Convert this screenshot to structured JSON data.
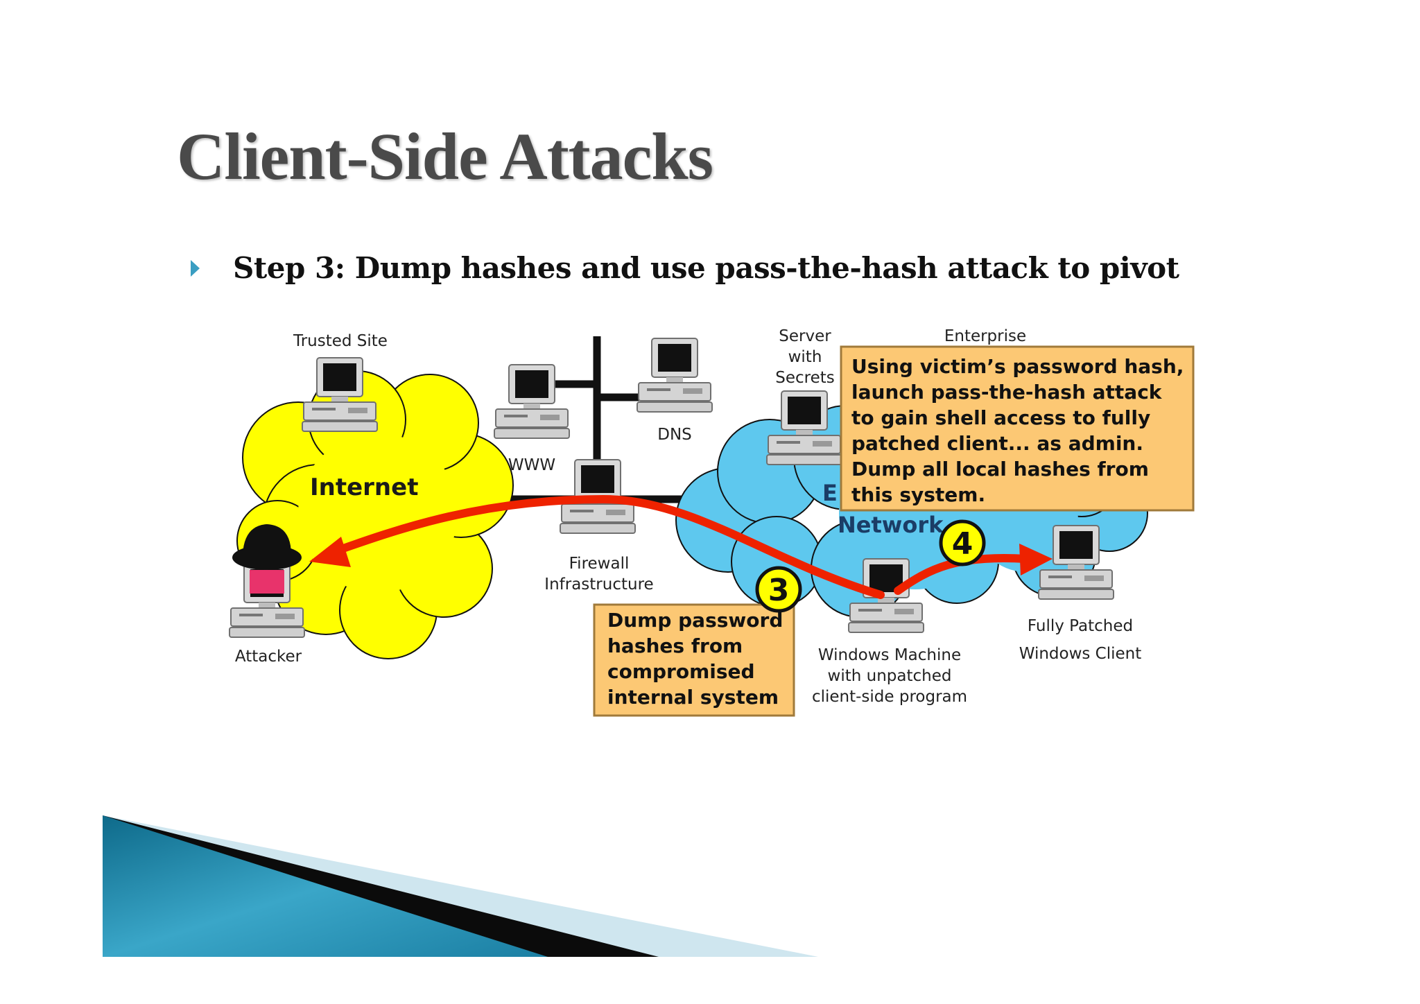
{
  "slide": {
    "title": "Client-Side Attacks",
    "bullet": "Step 3: Dump hashes and use pass-the-hash attack to pivot"
  },
  "diagram": {
    "nodes": {
      "trusted_site": "Trusted Site",
      "www": "WWW",
      "dns": "DNS",
      "server_secrets": [
        "Server",
        "with",
        "Secrets"
      ],
      "enterprise": "Enterprise",
      "internet": "Internet",
      "enterprise_network_partial": "E",
      "network": "Network",
      "firewall": [
        "Firewall",
        "Infrastructure"
      ],
      "attacker": "Attacker",
      "windows_machine": [
        "Windows Machine",
        "with unpatched",
        "client-side program"
      ],
      "fully_patched": [
        "Fully Patched",
        "Windows Client"
      ]
    },
    "steps": {
      "step3": "3",
      "step4": "4"
    },
    "callout_step3": [
      "Dump password",
      "hashes from",
      "compromised",
      "internal system"
    ],
    "callout_step4": [
      "Using victim’s password hash,",
      "launch pass-the-hash attack",
      "to gain shell access to fully",
      "patched client... as admin.",
      "Dump all local hashes from",
      "this system."
    ],
    "colors": {
      "internet_cloud": "#ffff00",
      "enterprise_cloud": "#5ec8ee",
      "arrow": "#ee2200",
      "callout_fill": "#fcc874",
      "step_circle": "#ffff00",
      "accent_banner": "#1b85a8"
    }
  }
}
